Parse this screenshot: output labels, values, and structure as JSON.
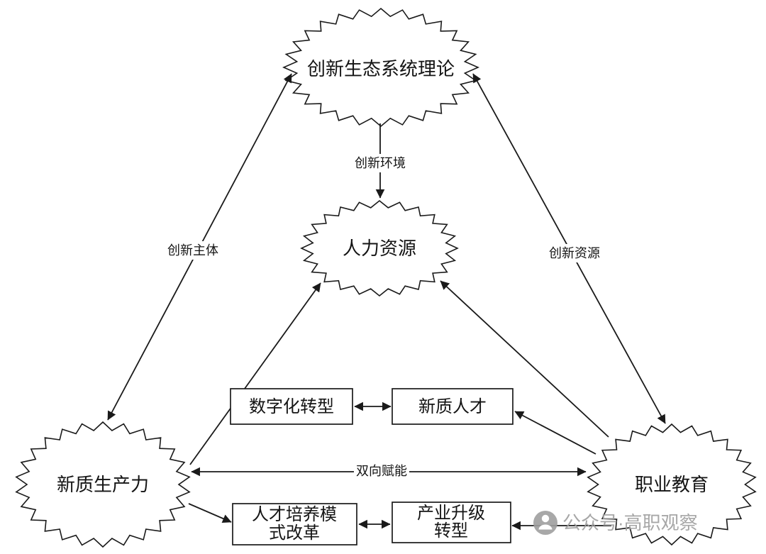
{
  "diagram": {
    "nodes": {
      "theory": "创新生态系统理论",
      "human_resource": "人力资源",
      "new_productivity": "新质生产力",
      "vocational_education": "职业教育"
    },
    "boxes": {
      "digital_transform": "数字化转型",
      "new_talent": "新质人才",
      "training_reform_line1": "人才培养模",
      "training_reform_line2": "式改革",
      "industry_upgrade_line1": "产业升级",
      "industry_upgrade_line2": "转型"
    },
    "edge_labels": {
      "innovation_environment": "创新环境",
      "innovation_subject": "创新主体",
      "innovation_resource": "创新资源",
      "mutual_empowerment": "双向赋能"
    }
  },
  "watermark": {
    "text": "公众号·高职观察"
  },
  "colors": {
    "ink": "#1a1a1a",
    "watermark": "#9e9e9e",
    "background": "#ffffff"
  }
}
